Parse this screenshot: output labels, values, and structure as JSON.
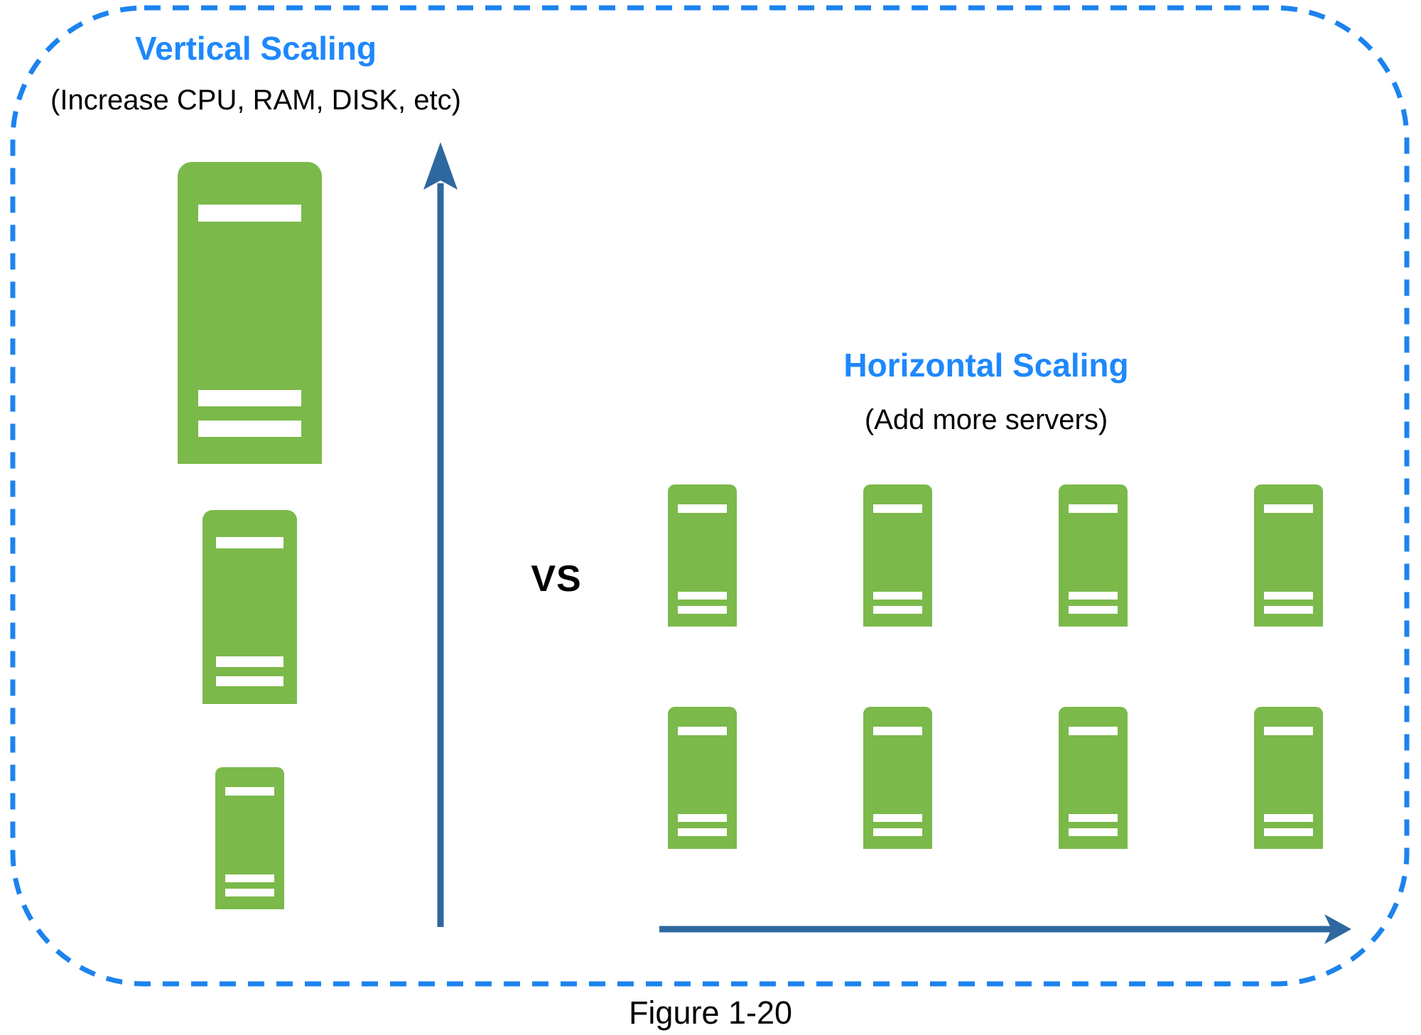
{
  "figure": {
    "caption": "Figure 1-20",
    "vs_label": "VS",
    "vertical_scaling": {
      "title": "Vertical Scaling",
      "subtitle": "(Increase CPU, RAM, DISK, etc)",
      "server_sizes": [
        "large",
        "medium",
        "small"
      ],
      "arrow_direction": "up"
    },
    "horizontal_scaling": {
      "title": "Horizontal Scaling",
      "subtitle": "(Add more servers)",
      "rows": 2,
      "columns": 4,
      "arrow_direction": "right"
    }
  },
  "colors": {
    "title_blue": "#1E88FB",
    "border_blue": "#1C83EE",
    "server_green": "#7BB94A",
    "arrow_blue": "#2E689E",
    "text_black": "#000000",
    "bar_white": "#FFFFFF"
  }
}
